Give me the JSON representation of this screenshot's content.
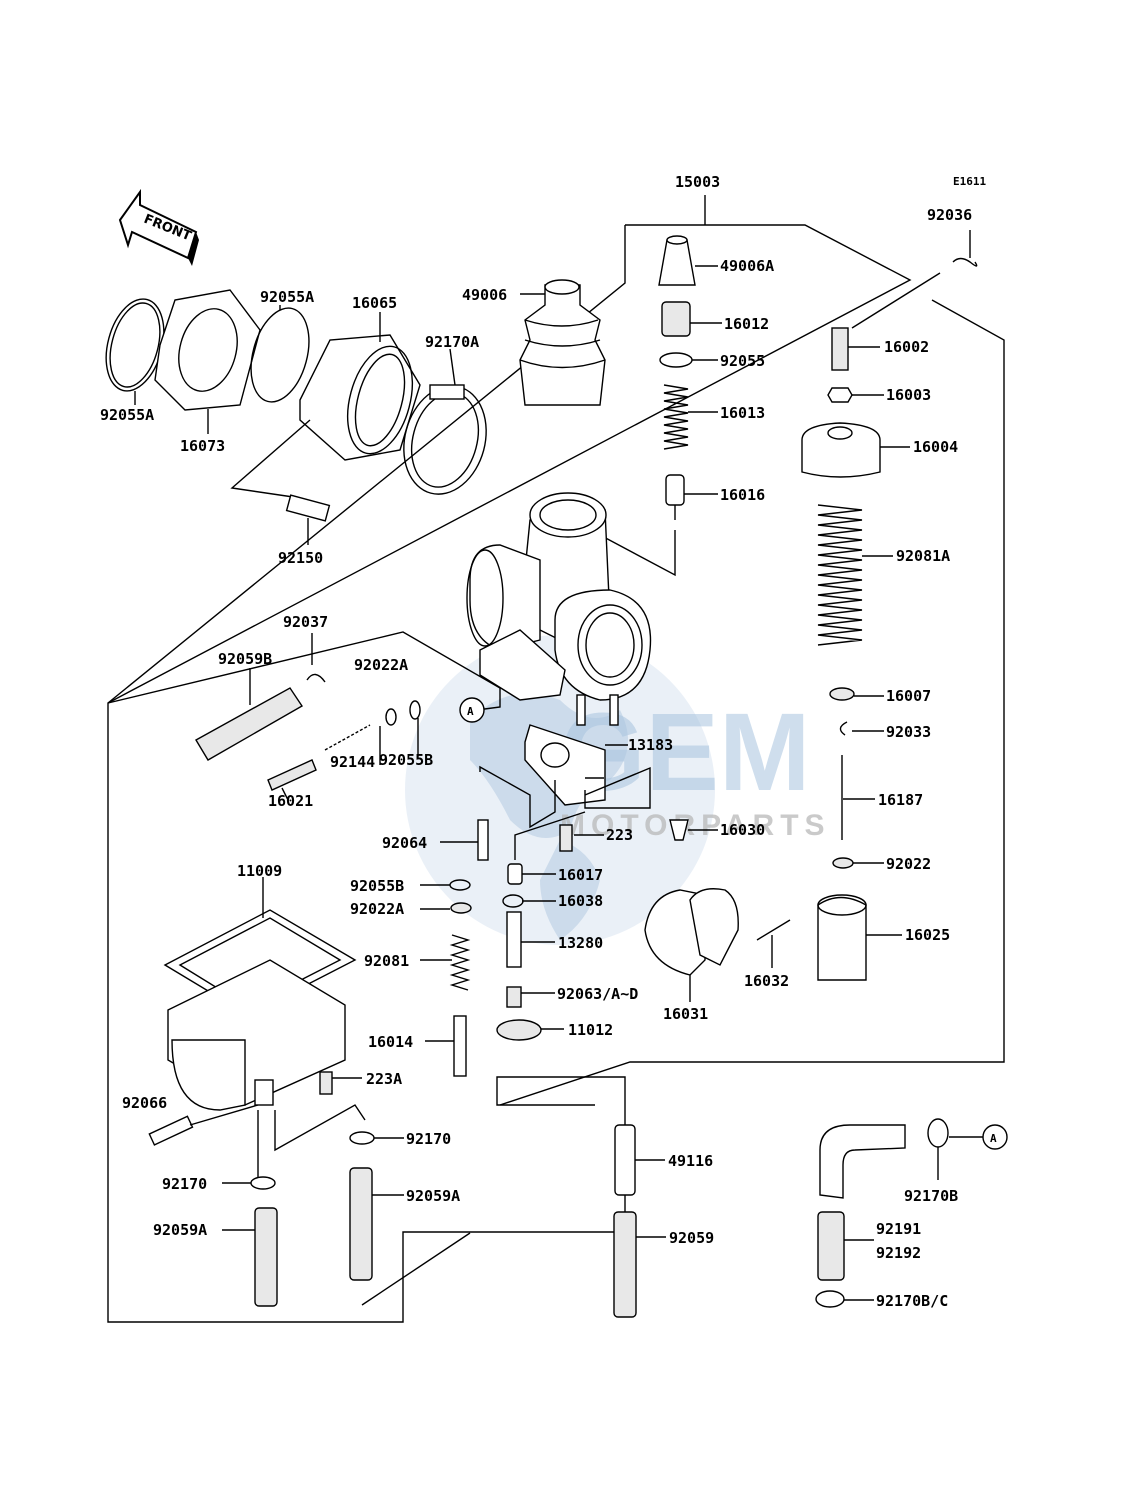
{
  "diagram": {
    "code": "E1611",
    "front_label": "FRONT",
    "callout_a": "A",
    "watermark": {
      "brand": "GEM",
      "sub": "MOTORPARTS"
    },
    "labels": {
      "p15003": "15003",
      "p92036": "92036",
      "p49006A": "49006A",
      "p16012": "16012",
      "p92055": "92055",
      "p16013": "16013",
      "p16016": "16016",
      "p16002": "16002",
      "p16003": "16003",
      "p16004": "16004",
      "p92081A": "92081A",
      "p16007": "16007",
      "p92033": "92033",
      "p16187": "16187",
      "p92022": "92022",
      "p16025": "16025",
      "p16032": "16032",
      "p16031": "16031",
      "p49006": "49006",
      "p92170A": "92170A",
      "p16065": "16065",
      "p92055A_top": "92055A",
      "p92055A_left": "92055A",
      "p16073": "16073",
      "p92150": "92150",
      "p92037": "92037",
      "p92059B": "92059B",
      "p92022A_top": "92022A",
      "p92055B_top": "92055B",
      "p92144": "92144",
      "p16021": "16021",
      "p13183": "13183",
      "p92064": "92064",
      "p223": "223",
      "p16030": "16030",
      "p16017": "16017",
      "p92055B": "92055B",
      "p16038": "16038",
      "p92022A": "92022A",
      "p13280": "13280",
      "p92081": "92081",
      "p92063": "92063/A~D",
      "p11012": "11012",
      "p16014": "16014",
      "p223A": "223A",
      "p11009": "11009",
      "p92066": "92066",
      "p92170": "92170",
      "p92170_left": "92170",
      "p92059A_mid": "92059A",
      "p92059A_left": "92059A",
      "p49116": "49116",
      "p92059": "92059",
      "p92170B": "92170B",
      "p92191": "92191",
      "p92192": "92192",
      "p92170BC": "92170B/C"
    }
  }
}
